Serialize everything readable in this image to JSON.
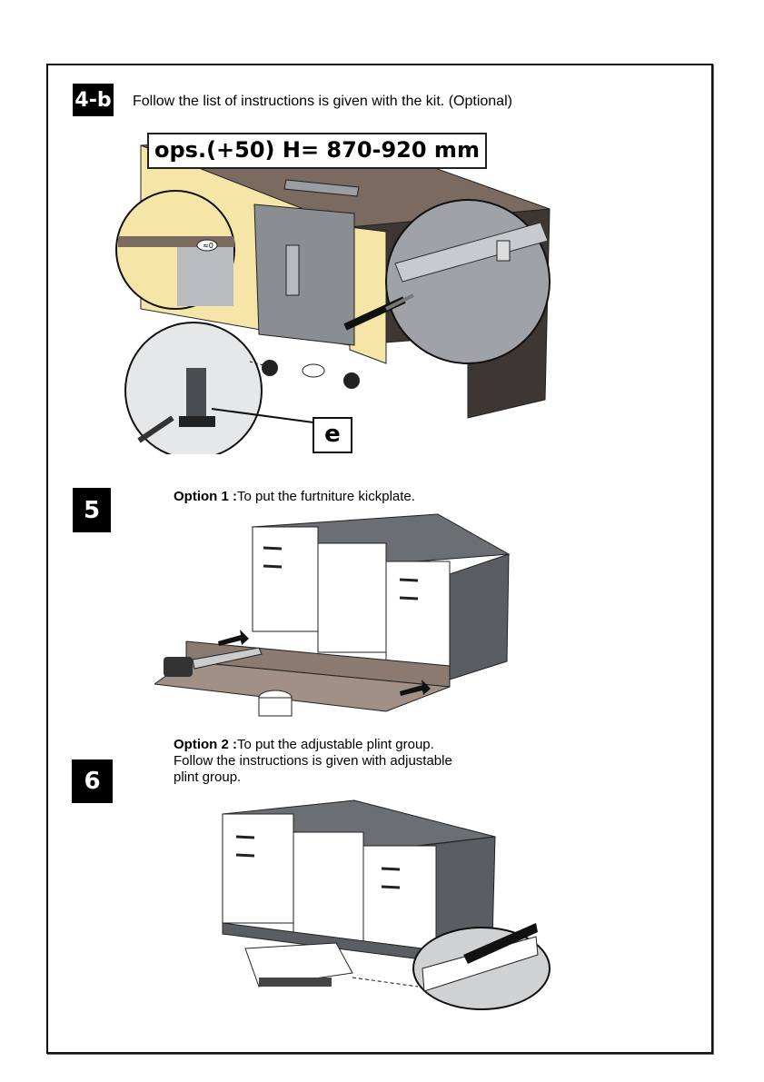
{
  "step_4b": {
    "badge": "4-b",
    "instruction": "Follow the list of instructions is given with the kit. (Optional)",
    "height_label": "ops.(+50) H= 870-920 mm",
    "gap_label": "≈0",
    "part_label": "e"
  },
  "step_5": {
    "badge": "5",
    "option_label": "Option 1 :",
    "option_text": "To put the furtniture kickplate."
  },
  "step_6": {
    "badge": "6",
    "option_label": "Option 2 :",
    "option_text": "To put the adjustable plint group.",
    "line2": "Follow the instructions is given  with adjustable",
    "line3": "plint group."
  },
  "colors": {
    "cabinet_panel": "#f5e6a8",
    "counter_top": "#7b6a60",
    "dark_side": "#3d3632",
    "appliance_gray": "#8a8d91",
    "gray_cabinet": "#6b6e72"
  }
}
